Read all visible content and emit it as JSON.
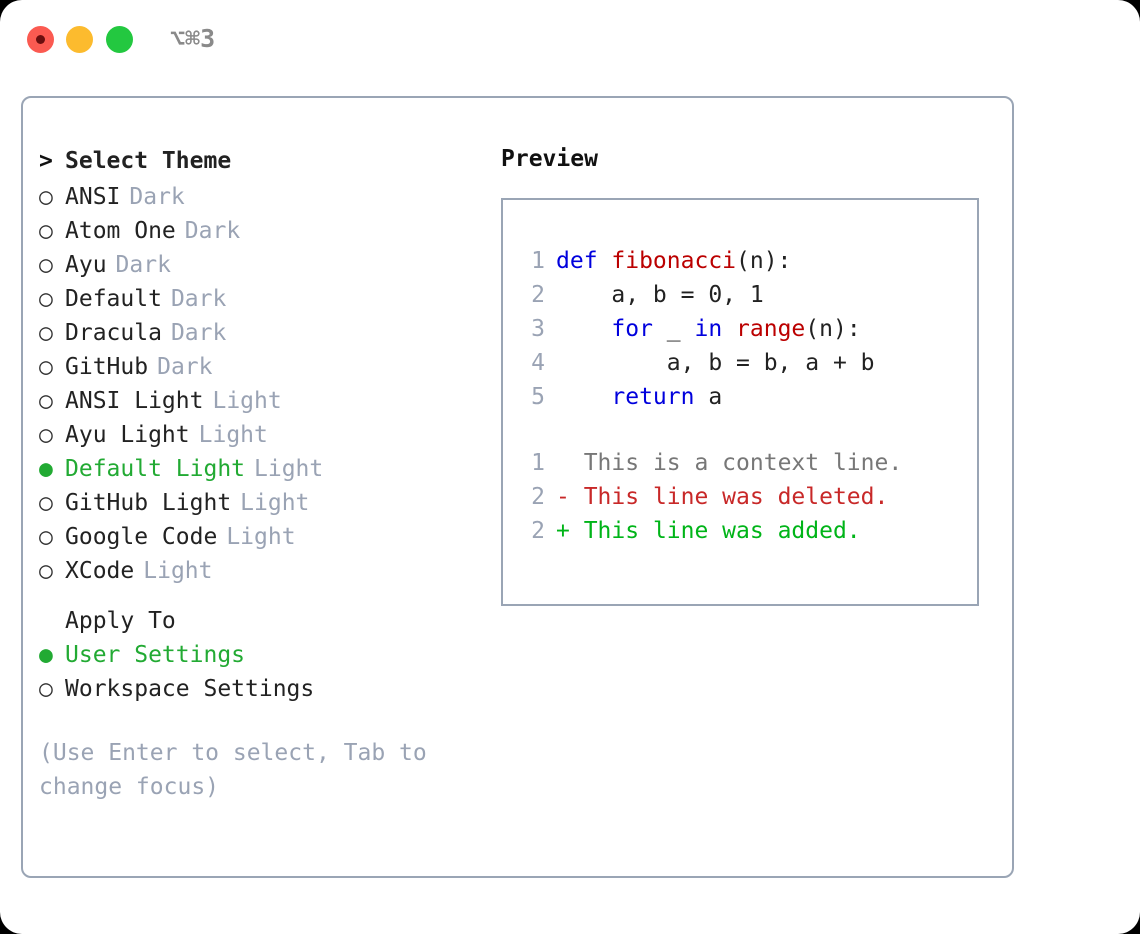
{
  "titlebar": {
    "shortcut": "⌥⌘3",
    "buttons": {
      "close": "close",
      "minimize": "minimize",
      "maximize": "maximize"
    }
  },
  "theme_picker": {
    "header_prefix": ">",
    "header": "Select Theme",
    "bullet_unselected": "○",
    "bullet_selected": "●",
    "items": [
      {
        "name": "ANSI",
        "tag": "Dark",
        "selected": false
      },
      {
        "name": "Atom One",
        "tag": "Dark",
        "selected": false
      },
      {
        "name": "Ayu",
        "tag": "Dark",
        "selected": false
      },
      {
        "name": "Default",
        "tag": "Dark",
        "selected": false
      },
      {
        "name": "Dracula",
        "tag": "Dark",
        "selected": false
      },
      {
        "name": "GitHub",
        "tag": "Dark",
        "selected": false
      },
      {
        "name": "ANSI Light",
        "tag": "Light",
        "selected": false
      },
      {
        "name": "Ayu Light",
        "tag": "Light",
        "selected": false
      },
      {
        "name": "Default Light",
        "tag": "Light",
        "selected": true
      },
      {
        "name": "GitHub Light",
        "tag": "Light",
        "selected": false
      },
      {
        "name": "Google Code",
        "tag": "Light",
        "selected": false
      },
      {
        "name": "XCode",
        "tag": "Light",
        "selected": false
      }
    ]
  },
  "apply_to": {
    "title": "Apply To",
    "items": [
      {
        "name": "User Settings",
        "selected": true
      },
      {
        "name": "Workspace Settings",
        "selected": false
      }
    ]
  },
  "hint": "(Use Enter to select, Tab to change focus)",
  "preview": {
    "title": "Preview",
    "code": [
      {
        "lineno": "1",
        "tokens": [
          {
            "t": "def ",
            "c": "kw"
          },
          {
            "t": "fibonacci",
            "c": "fn"
          },
          {
            "t": "(n):",
            "c": "plain"
          }
        ]
      },
      {
        "lineno": "2",
        "tokens": [
          {
            "t": "    a, b = 0, 1",
            "c": "plain"
          }
        ]
      },
      {
        "lineno": "3",
        "tokens": [
          {
            "t": "    ",
            "c": "plain"
          },
          {
            "t": "for",
            "c": "kw"
          },
          {
            "t": " _ ",
            "c": "plain"
          },
          {
            "t": "in",
            "c": "kw"
          },
          {
            "t": " ",
            "c": "plain"
          },
          {
            "t": "range",
            "c": "fn"
          },
          {
            "t": "(n):",
            "c": "plain"
          }
        ]
      },
      {
        "lineno": "4",
        "tokens": [
          {
            "t": "        a, b = b, a + b",
            "c": "plain"
          }
        ]
      },
      {
        "lineno": "5",
        "tokens": [
          {
            "t": "    ",
            "c": "plain"
          },
          {
            "t": "return",
            "c": "kw"
          },
          {
            "t": " a",
            "c": "plain"
          }
        ]
      }
    ],
    "diff": [
      {
        "lineno": "1",
        "marker": " ",
        "text": " This is a context line.",
        "kind": "ctx"
      },
      {
        "lineno": "2",
        "marker": "-",
        "text": " This line was deleted.",
        "kind": "del"
      },
      {
        "lineno": "2",
        "marker": "+",
        "text": " This line was added.",
        "kind": "add"
      }
    ]
  },
  "colors": {
    "accent_green": "#22aa33",
    "border": "#9aa5b5",
    "muted": "#9aa3b4",
    "keyword": "#0000dd",
    "function": "#bb0000",
    "diff_delete": "#c82828",
    "diff_add": "#00b418",
    "diff_context": "#777777",
    "traffic_close": "#fb5a51",
    "traffic_min": "#fcbb2e",
    "traffic_max": "#23c840"
  }
}
